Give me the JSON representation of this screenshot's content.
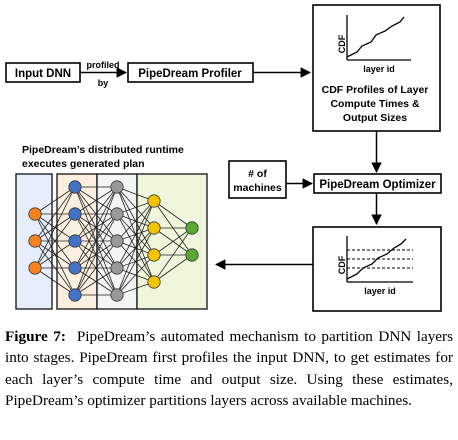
{
  "figure": {
    "input_box": "Input DNN",
    "profiled_by": [
      "profiled",
      "by"
    ],
    "profiler_box": "PipeDream Profiler",
    "cdf_axis_label": "CDF",
    "layer_id_label": "layer id",
    "cdf_caption": [
      "CDF Profiles of Layer",
      "Compute Times &",
      "Output Sizes"
    ],
    "machines_box": [
      "# of",
      "machines"
    ],
    "optimizer_box": "PipeDream Optimizer",
    "runtime_title": [
      "PipeDream’s distributed runtime",
      "executes generated plan"
    ],
    "node_colors": {
      "orange": "#f5821f",
      "blue": "#4472c4",
      "gray": "#999999",
      "yellow": "#f5c400",
      "green": "#5aa832"
    },
    "stage_colors": [
      "#e6eefb",
      "#fbf0e0",
      "#f4f4f4",
      "#eef6dc"
    ]
  },
  "caption": {
    "label": "Figure 7:",
    "text": "PipeDream’s automated mechanism to partition DNN layers into stages. PipeDream first profiles the input DNN, to get estimates for each layer’s compute time and output size. Using these estimates, PipeDream’s optimizer partitions layers across available machines."
  }
}
